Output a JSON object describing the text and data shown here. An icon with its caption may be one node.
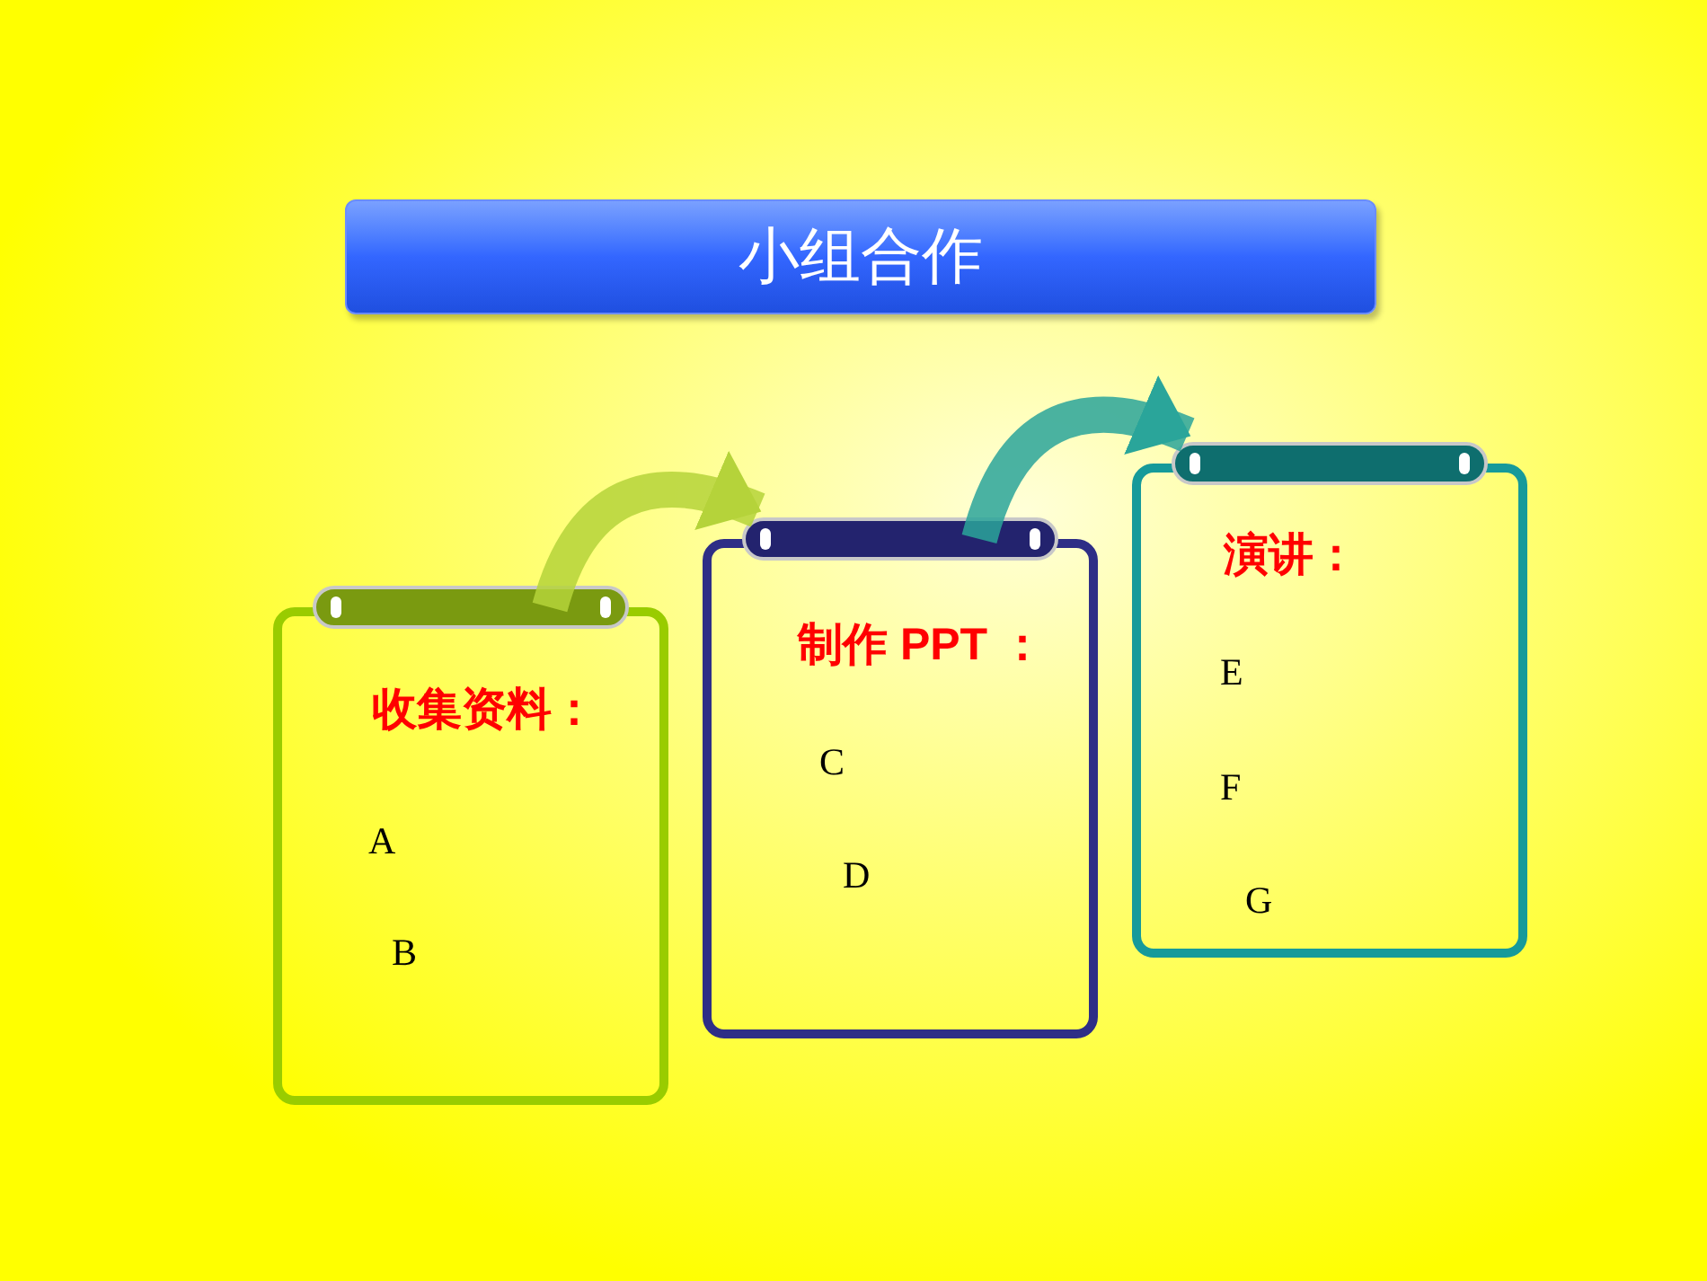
{
  "diagram": {
    "nodes": [
      {
        "text": [
          "小组合作"
        ]
      },
      {
        "text": [
          "收集资料：",
          "A",
          "B"
        ]
      },
      {
        "text": [
          "制作 PPT ：",
          "C",
          "D"
        ]
      },
      {
        "text": [
          "演讲：",
          "E",
          "F",
          "G"
        ]
      }
    ],
    "edges": [
      {
        "from": 1,
        "to": 2,
        "arrow": "to",
        "color": "#b5d33a"
      },
      {
        "from": 2,
        "to": 3,
        "arrow": "to",
        "color": "#2aa59a"
      }
    ]
  }
}
